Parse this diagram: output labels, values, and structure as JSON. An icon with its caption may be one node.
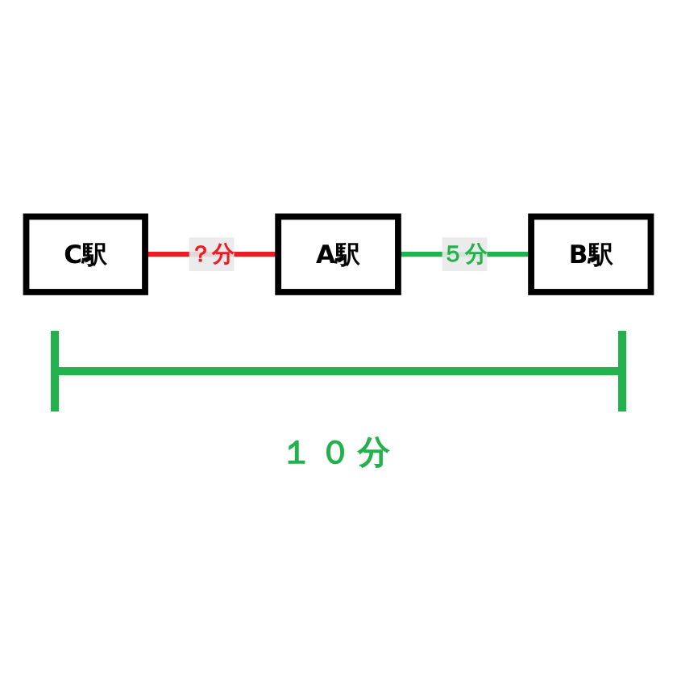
{
  "diagram": {
    "nodes": [
      {
        "text": [
          "C駅"
        ]
      },
      {
        "text": [
          "A駅"
        ]
      },
      {
        "text": [
          "B駅"
        ]
      }
    ],
    "edges": [
      {
        "from": 0,
        "to": 1,
        "arrow": "none",
        "label": "？分",
        "color": "#ed1c24"
      },
      {
        "from": 1,
        "to": 2,
        "arrow": "none",
        "label": "５分",
        "color": "#22b14c"
      }
    ],
    "labels": [
      "１０分"
    ]
  }
}
